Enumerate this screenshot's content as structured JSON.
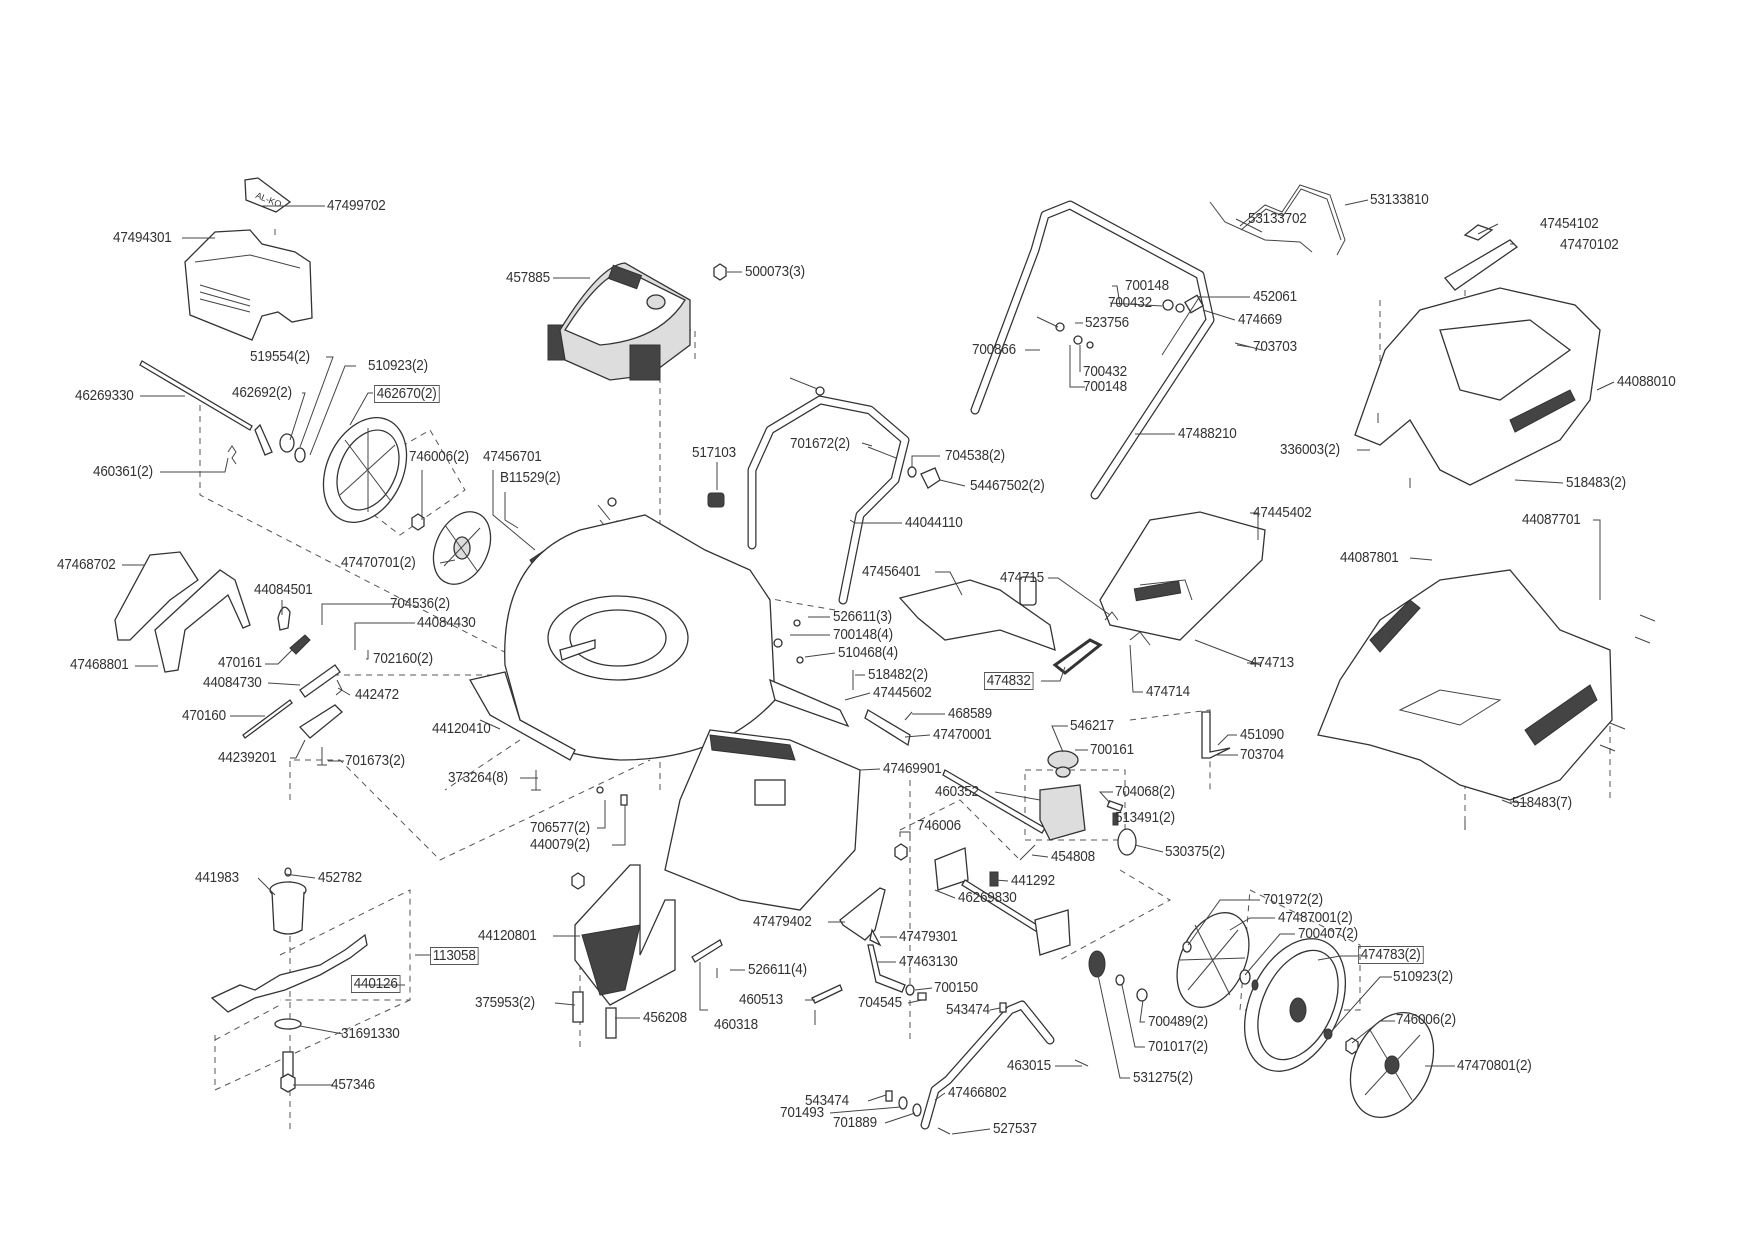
{
  "diagram": {
    "type": "exploded-parts-diagram",
    "logo_text": "AL-KO",
    "parts": [
      {
        "id": "p1",
        "number": "47499702"
      },
      {
        "id": "p2",
        "number": "47494301"
      },
      {
        "id": "p3",
        "number": "519554(2)"
      },
      {
        "id": "p4",
        "number": "510923(2)"
      },
      {
        "id": "p5",
        "number": "46269330"
      },
      {
        "id": "p6",
        "number": "462692(2)"
      },
      {
        "id": "p7",
        "number": "462670(2)",
        "boxed": true
      },
      {
        "id": "p8",
        "number": "460361(2)"
      },
      {
        "id": "p9",
        "number": "746006(2)"
      },
      {
        "id": "p10",
        "number": "47456701"
      },
      {
        "id": "p11",
        "number": "B11529(2)"
      },
      {
        "id": "p12",
        "number": "47470701(2)"
      },
      {
        "id": "p13",
        "number": "47468702"
      },
      {
        "id": "p14",
        "number": "44084501"
      },
      {
        "id": "p15",
        "number": "704536(2)"
      },
      {
        "id": "p16",
        "number": "44084430"
      },
      {
        "id": "p17",
        "number": "47468801"
      },
      {
        "id": "p18",
        "number": "470161"
      },
      {
        "id": "p19",
        "number": "702160(2)"
      },
      {
        "id": "p20",
        "number": "44084730"
      },
      {
        "id": "p21",
        "number": "442472"
      },
      {
        "id": "p22",
        "number": "470160"
      },
      {
        "id": "p23",
        "number": "44120410"
      },
      {
        "id": "p24",
        "number": "44239201"
      },
      {
        "id": "p25",
        "number": "701673(2)"
      },
      {
        "id": "p26",
        "number": "373264(8)"
      },
      {
        "id": "p27",
        "number": "457885"
      },
      {
        "id": "p28",
        "number": "500073(3)"
      },
      {
        "id": "p29",
        "number": "517103"
      },
      {
        "id": "p30",
        "number": "701672(2)"
      },
      {
        "id": "p31",
        "number": "704538(2)"
      },
      {
        "id": "p32",
        "number": "54467502(2)"
      },
      {
        "id": "p33",
        "number": "44044110"
      },
      {
        "id": "p34",
        "number": "47456401"
      },
      {
        "id": "p35",
        "number": "526611(3)"
      },
      {
        "id": "p36",
        "number": "700148(4)"
      },
      {
        "id": "p37",
        "number": "510468(4)"
      },
      {
        "id": "p38",
        "number": "518482(2)"
      },
      {
        "id": "p39",
        "number": "47445602"
      },
      {
        "id": "p40",
        "number": "468589"
      },
      {
        "id": "p41",
        "number": "47470001"
      },
      {
        "id": "p42",
        "number": "47469901"
      },
      {
        "id": "p43",
        "number": "706577(2)"
      },
      {
        "id": "p44",
        "number": "440079(2)"
      },
      {
        "id": "p45",
        "number": "452782"
      },
      {
        "id": "p46",
        "number": "441983"
      },
      {
        "id": "p47",
        "number": "113058",
        "boxed": true
      },
      {
        "id": "p48",
        "number": "440126",
        "boxed": true
      },
      {
        "id": "p49",
        "number": "31691330"
      },
      {
        "id": "p50",
        "number": "457346"
      },
      {
        "id": "p51",
        "number": "44120801"
      },
      {
        "id": "p52",
        "number": "375953(2)"
      },
      {
        "id": "p53",
        "number": "456208"
      },
      {
        "id": "p54",
        "number": "526611(4)"
      },
      {
        "id": "p55",
        "number": "460318"
      },
      {
        "id": "p56",
        "number": "460513"
      },
      {
        "id": "p57",
        "number": "47479402"
      },
      {
        "id": "p58",
        "number": "47479301"
      },
      {
        "id": "p59",
        "number": "47463130"
      },
      {
        "id": "p60",
        "number": "700150"
      },
      {
        "id": "p61",
        "number": "704545"
      },
      {
        "id": "p62",
        "number": "543474"
      },
      {
        "id": "p63",
        "number": "463015"
      },
      {
        "id": "p64",
        "number": "47466802"
      },
      {
        "id": "p65",
        "number": "543474"
      },
      {
        "id": "p66",
        "number": "701493"
      },
      {
        "id": "p67",
        "number": "701889"
      },
      {
        "id": "p68",
        "number": "527537"
      },
      {
        "id": "p69",
        "number": "746006"
      },
      {
        "id": "p70",
        "number": "46269830"
      },
      {
        "id": "p71",
        "number": "441292"
      },
      {
        "id": "p72",
        "number": "454808"
      },
      {
        "id": "p73",
        "number": "460352"
      },
      {
        "id": "p74",
        "number": "546217"
      },
      {
        "id": "p75",
        "number": "700161"
      },
      {
        "id": "p76",
        "number": "704068(2)"
      },
      {
        "id": "p77",
        "number": "513491(2)"
      },
      {
        "id": "p78",
        "number": "530375(2)"
      },
      {
        "id": "p79",
        "number": "451090"
      },
      {
        "id": "p80",
        "number": "703704"
      },
      {
        "id": "p81",
        "number": "474832",
        "boxed": true
      },
      {
        "id": "p82",
        "number": "474715"
      },
      {
        "id": "p83",
        "number": "474714"
      },
      {
        "id": "p84",
        "number": "474713"
      },
      {
        "id": "p85",
        "number": "47445402"
      },
      {
        "id": "p86",
        "number": "700866"
      },
      {
        "id": "p87",
        "number": "523756"
      },
      {
        "id": "p88",
        "number": "700432"
      },
      {
        "id": "p89",
        "number": "700148"
      },
      {
        "id": "p90",
        "number": "700148"
      },
      {
        "id": "p91",
        "number": "700432"
      },
      {
        "id": "p92",
        "number": "452061"
      },
      {
        "id": "p93",
        "number": "474669"
      },
      {
        "id": "p94",
        "number": "703703"
      },
      {
        "id": "p95",
        "number": "47488210"
      },
      {
        "id": "p96",
        "number": "53133702"
      },
      {
        "id": "p97",
        "number": "53133810"
      },
      {
        "id": "p98",
        "number": "47454102"
      },
      {
        "id": "p99",
        "number": "47470102"
      },
      {
        "id": "p100",
        "number": "44088010"
      },
      {
        "id": "p101",
        "number": "336003(2)"
      },
      {
        "id": "p102",
        "number": "518483(2)"
      },
      {
        "id": "p103",
        "number": "44087701"
      },
      {
        "id": "p104",
        "number": "44087801"
      },
      {
        "id": "p105",
        "number": "518483(7)"
      },
      {
        "id": "p106",
        "number": "701972(2)"
      },
      {
        "id": "p107",
        "number": "47487001(2)"
      },
      {
        "id": "p108",
        "number": "700407(2)"
      },
      {
        "id": "p109",
        "number": "474783(2)",
        "boxed": true
      },
      {
        "id": "p110",
        "number": "510923(2)"
      },
      {
        "id": "p111",
        "number": "746006(2)"
      },
      {
        "id": "p112",
        "number": "47470801(2)"
      },
      {
        "id": "p113",
        "number": "700489(2)"
      },
      {
        "id": "p114",
        "number": "701017(2)"
      },
      {
        "id": "p115",
        "number": "531275(2)"
      }
    ]
  }
}
